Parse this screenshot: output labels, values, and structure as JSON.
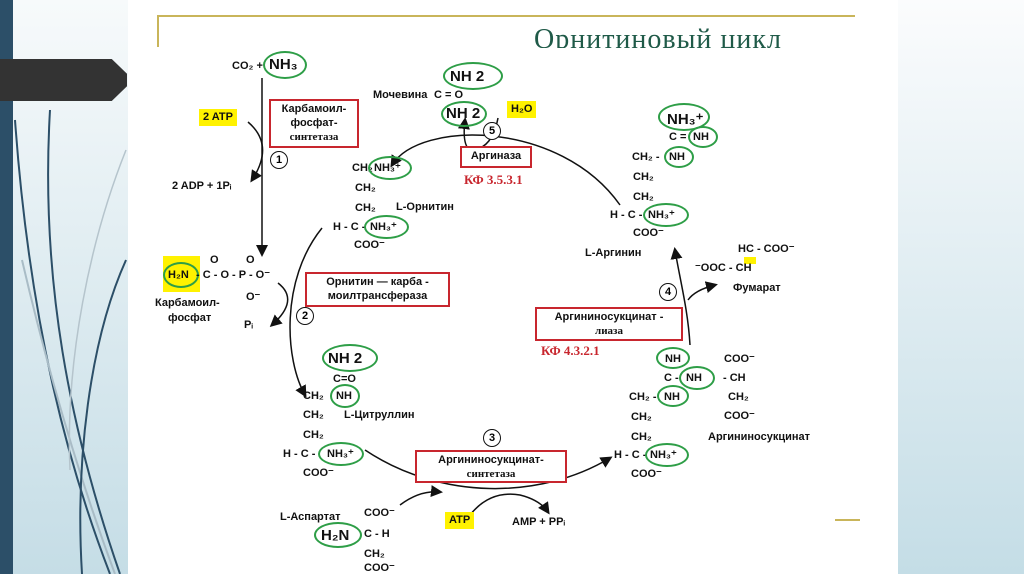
{
  "slide": {
    "title": "Орнитиновый цикл"
  },
  "inputs": {
    "co2": "CO₂ +",
    "nh3": "NH₃",
    "atp2": "2 ATP",
    "adp": "2 ADP + 1Pᵢ",
    "pi": "Pᵢ",
    "h2o": "H₂O",
    "atp": "ATP",
    "amp": "AMP + PPᵢ"
  },
  "enzymes": [
    {
      "step": "1",
      "name_line1": "Карбамоил-",
      "name_line2": "фосфат-",
      "name_line3": "синтетаза",
      "ec": ""
    },
    {
      "step": "2",
      "name_line1": "Орнитин — карба -",
      "name_line2": "моилтрансфераза",
      "ec": ""
    },
    {
      "step": "3",
      "name_line1": "Аргининосукцинат-",
      "name_line2": "синтетаза",
      "ec": ""
    },
    {
      "step": "4",
      "name_line1": "Аргининосукцинат -",
      "name_line2": "лиаза",
      "ec": "КФ 4.3.2.1"
    },
    {
      "step": "5",
      "name_line1": "Аргиназа",
      "ec": "КФ 3.5.3.1"
    }
  ],
  "compounds": {
    "carbamoyl_phosphate": {
      "label_line1": "Карбамоил-",
      "label_line2": "фосфат",
      "formula_h2n": "H₂N",
      "formula_rest": "- C - O - P - O⁻",
      "o_top1": "O",
      "o_top2": "O",
      "o_bottom": "O⁻"
    },
    "urea": {
      "label": "Мочевина",
      "c": "C = O",
      "nh2_top": "NH 2",
      "nh2_bottom": "NH 2"
    },
    "ornithine": {
      "label": "L-Орнитин",
      "r1": "CH₂",
      "r1_group": "NH₃⁺",
      "r2": "CH₂",
      "r3": "CH₂",
      "r4": "H - C -",
      "r4_group": "NH₃⁺",
      "r5": "COO⁻"
    },
    "citrulline": {
      "label": "L-Цитруллин",
      "nh2": "NH 2",
      "co": "C=O",
      "r1": "CH₂",
      "r1_group": "NH",
      "r2": "CH₂",
      "r3": "CH₂",
      "r4": "H - C -",
      "r4_group": "NH₃⁺",
      "r5": "COO⁻"
    },
    "aspartate": {
      "label": "L-Аспартат",
      "coo1": "COO⁻",
      "h2n": "H₂N",
      "ch": "C - H",
      "ch2": "CH₂",
      "coo2": "COO⁻"
    },
    "argininosuccinate": {
      "label": "Аргининосукцинат",
      "nh_top": "NH",
      "c": "C -",
      "nh_mid": "NH",
      "nh_bottom": "NH",
      "r1": "CH₂ -",
      "r2": "CH₂",
      "r3": "CH₂",
      "r4": "H - C -",
      "r4_group": "NH₃⁺",
      "r5": "COO⁻",
      "s1": "COO⁻",
      "s2": "- CH",
      "s3": "CH₂",
      "s4": "COO⁻"
    },
    "arginine": {
      "label": "L-Аргинин",
      "nh3": "NH₃⁺",
      "c": "C =",
      "nh_eq": "NH",
      "nh": "NH",
      "r1": "CH₂ -",
      "r2": "CH₂",
      "r3": "CH₂",
      "r4": "H - C -",
      "r4_group": "NH₃⁺",
      "r5": "COO⁻"
    },
    "fumarate": {
      "label": "Фумарат",
      "line1": "HC - COO⁻",
      "line2": "⁻OOC - CH"
    }
  },
  "colors": {
    "enzyme_border": "#c8262e",
    "highlight": "#fff200",
    "ring": "#2e9e47",
    "title": "#1f5a48",
    "accent_rule": "#c9b55a",
    "sidebar": "#2c4f68"
  }
}
